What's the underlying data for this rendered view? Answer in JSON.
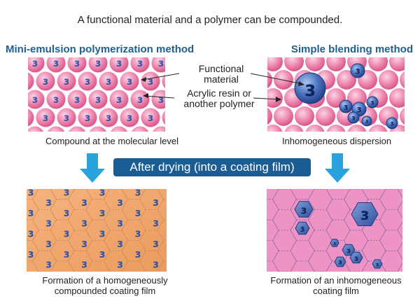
{
  "title": "A functional material and a polymer can be compounded.",
  "methods": {
    "left": "Mini-emulsion polymerization method",
    "right": "Simple blending method"
  },
  "labels": {
    "functional_material": [
      "Functional",
      "material"
    ],
    "polymer": [
      "Acrylic resin or",
      "another polymer"
    ]
  },
  "captions": {
    "left_top": "Compound at the molecular level",
    "right_top": "Inhomogeneous dispersion",
    "left_bottom": [
      "Formation of a homogeneously",
      "compounded coating film"
    ],
    "right_bottom": [
      "Formation of an inhomogeneous",
      "coating film"
    ]
  },
  "banner": "After drying (into a coating film)",
  "glyph": "ɜ",
  "colors": {
    "title_blue": "#1f5f92",
    "banner_blue": "#1a5d94",
    "arrow_blue": "#2aa3dd",
    "particle_pink": "#e77aa3",
    "functional_blue": "#3d64b0",
    "film_orange": "#f0a266",
    "film_pink": "#ec8fc4"
  }
}
